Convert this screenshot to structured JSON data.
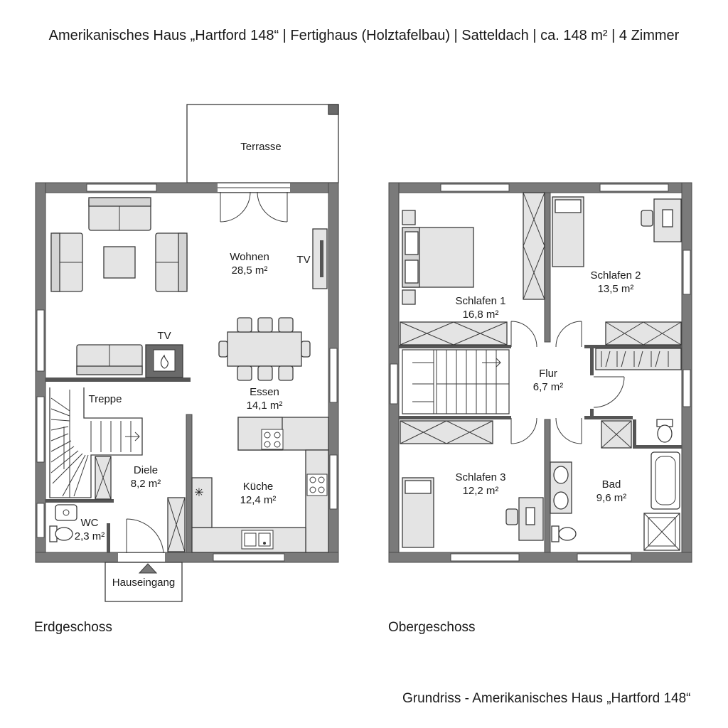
{
  "header": {
    "title": "Amerikanisches Haus „Hartford 148“ | Fertighaus (Holztafelbau) | Satteldach | ca. 148 m² | 4 Zimmer"
  },
  "ground_floor": {
    "caption": "Erdgeschoss",
    "rooms": {
      "terrasse": {
        "name": "Terrasse"
      },
      "wohnen": {
        "name": "Wohnen",
        "area": "28,5 m²"
      },
      "essen": {
        "name": "Essen",
        "area": "14,1 m²"
      },
      "kueche": {
        "name": "Küche",
        "area": "12,4 m²"
      },
      "diele": {
        "name": "Diele",
        "area": "8,2 m²"
      },
      "wc": {
        "name": "WC",
        "area": "2,3 m²"
      },
      "treppe": {
        "name": "Treppe"
      },
      "entrance": {
        "name": "Hauseingang"
      }
    },
    "tv_labels": [
      "TV",
      "TV"
    ]
  },
  "upper_floor": {
    "caption": "Obergeschoss",
    "rooms": {
      "schlafen1": {
        "name": "Schlafen 1",
        "area": "16,8 m²"
      },
      "schlafen2": {
        "name": "Schlafen 2",
        "area": "13,5 m²"
      },
      "schlafen3": {
        "name": "Schlafen 3",
        "area": "12,2 m²"
      },
      "flur": {
        "name": "Flur",
        "area": "6,7 m²"
      },
      "bad": {
        "name": "Bad",
        "area": "9,6 m²"
      }
    }
  },
  "footer": {
    "caption": "Grundriss - Amerikanisches Haus „Hartford 148“"
  },
  "colors": {
    "wall": "#7a7a7a",
    "furniture": "#e4e4e4",
    "line": "#3a3a3a"
  }
}
